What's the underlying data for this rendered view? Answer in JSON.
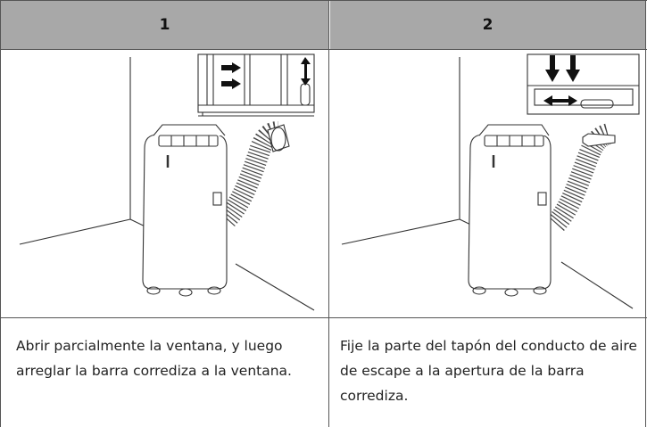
{
  "columns": [
    {
      "step": "1",
      "caption": "Abrir parcialmente la ventana, y luego arreglar la barra corrediza a la ventana.",
      "illustration": "air-conditioner-window-open-sliding-bar"
    },
    {
      "step": "2",
      "caption": "Fije la parte del tapón del conducto de aire de escape a la apertura de la barra corrediza.",
      "illustration": "air-conditioner-exhaust-plug-into-bar"
    }
  ],
  "colors": {
    "header_bg": "#a8a8a8",
    "border": "#555555",
    "text": "#222222"
  }
}
